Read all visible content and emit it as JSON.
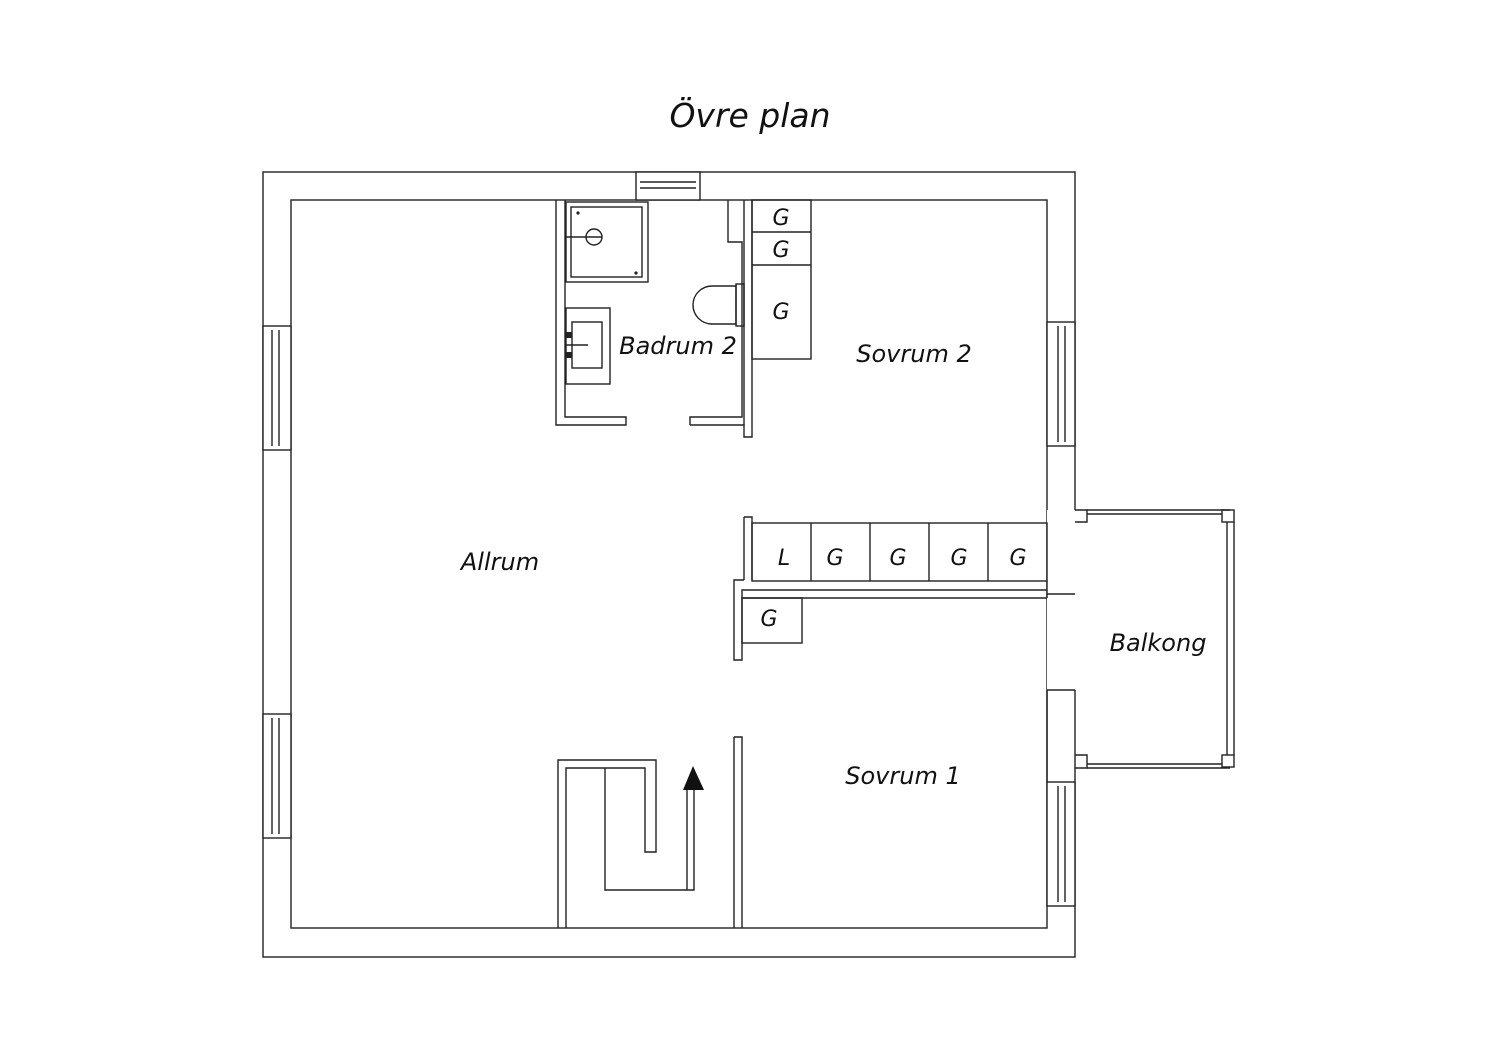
{
  "title": "Övre plan",
  "rooms": {
    "allrum": "Allrum",
    "badrum2": "Badrum 2",
    "sovrum2": "Sovrum 2",
    "sovrum1": "Sovrum 1",
    "balkong": "Balkong"
  },
  "cabinets": {
    "sovrum2": [
      "G",
      "G",
      "G"
    ],
    "row": [
      "L",
      "G",
      "G",
      "G",
      "G"
    ],
    "sovrum1": [
      "G"
    ]
  }
}
